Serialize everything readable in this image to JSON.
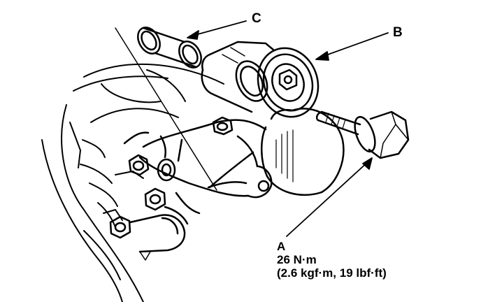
{
  "callouts": {
    "a": {
      "letter": "A",
      "torque_nm": "26 N·m",
      "torque_alt": "(2.6 kgf·m, 19 lbf·ft)"
    },
    "b": {
      "letter": "B"
    },
    "c": {
      "letter": "C"
    }
  },
  "colors": {
    "ink": "#000000",
    "paper": "#ffffff"
  }
}
